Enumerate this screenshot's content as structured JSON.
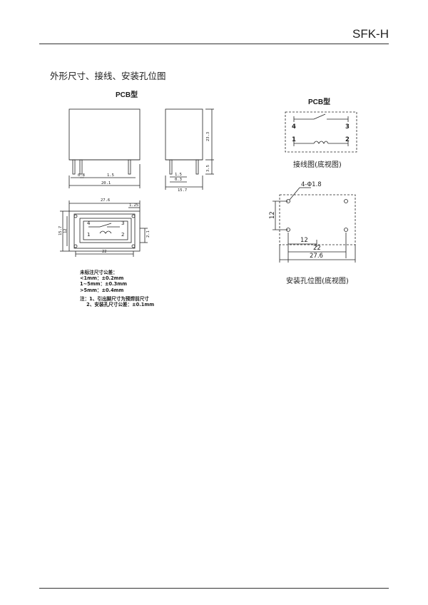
{
  "header": {
    "title": "SFK-H"
  },
  "section_title": "外形尺寸、接线、安装孔位图",
  "labels": {
    "pcb_left": "PCB型",
    "pcb_right": "PCB型",
    "wiring_caption": "接线图(底视图)",
    "mount_caption": "安装孔位图(底视图)"
  },
  "dims": {
    "front_pin": "0.8",
    "front_pitch": "1.5",
    "front_width": "20.1",
    "side_height": "23.3",
    "side_pin_len": "3.5",
    "side_pitch": "1.5",
    "side_pin": "0.3",
    "side_depth": "15.7",
    "bottom_top": "27.6",
    "bottom_125": "1.25",
    "bottom_h157": "15.7",
    "bottom_h12": "12",
    "bottom_22": "22",
    "bottom_21": "2.1"
  },
  "wiring": {
    "pin4": "4",
    "pin3": "3",
    "pin1": "1",
    "pin2": "2"
  },
  "bottom_pins": {
    "p4": "4",
    "p3": "3",
    "p1": "1",
    "p2": "2"
  },
  "mount": {
    "hole_spec": "4-Φ1.8",
    "dim_12_v": "12",
    "dim_12_h": "12",
    "dim_22": "22",
    "dim_276": "27.6"
  },
  "notes": {
    "line1": "未标注尺寸公差：",
    "line2": "<1mm：±0.2mm",
    "line3": "1~5mm：±0.3mm",
    "line4": ">5mm：±0.4mm",
    "line5": "注：1、引出脚尺寸为预焊前尺寸",
    "line6": "    2、安装孔尺寸公差：±0.1mm"
  }
}
